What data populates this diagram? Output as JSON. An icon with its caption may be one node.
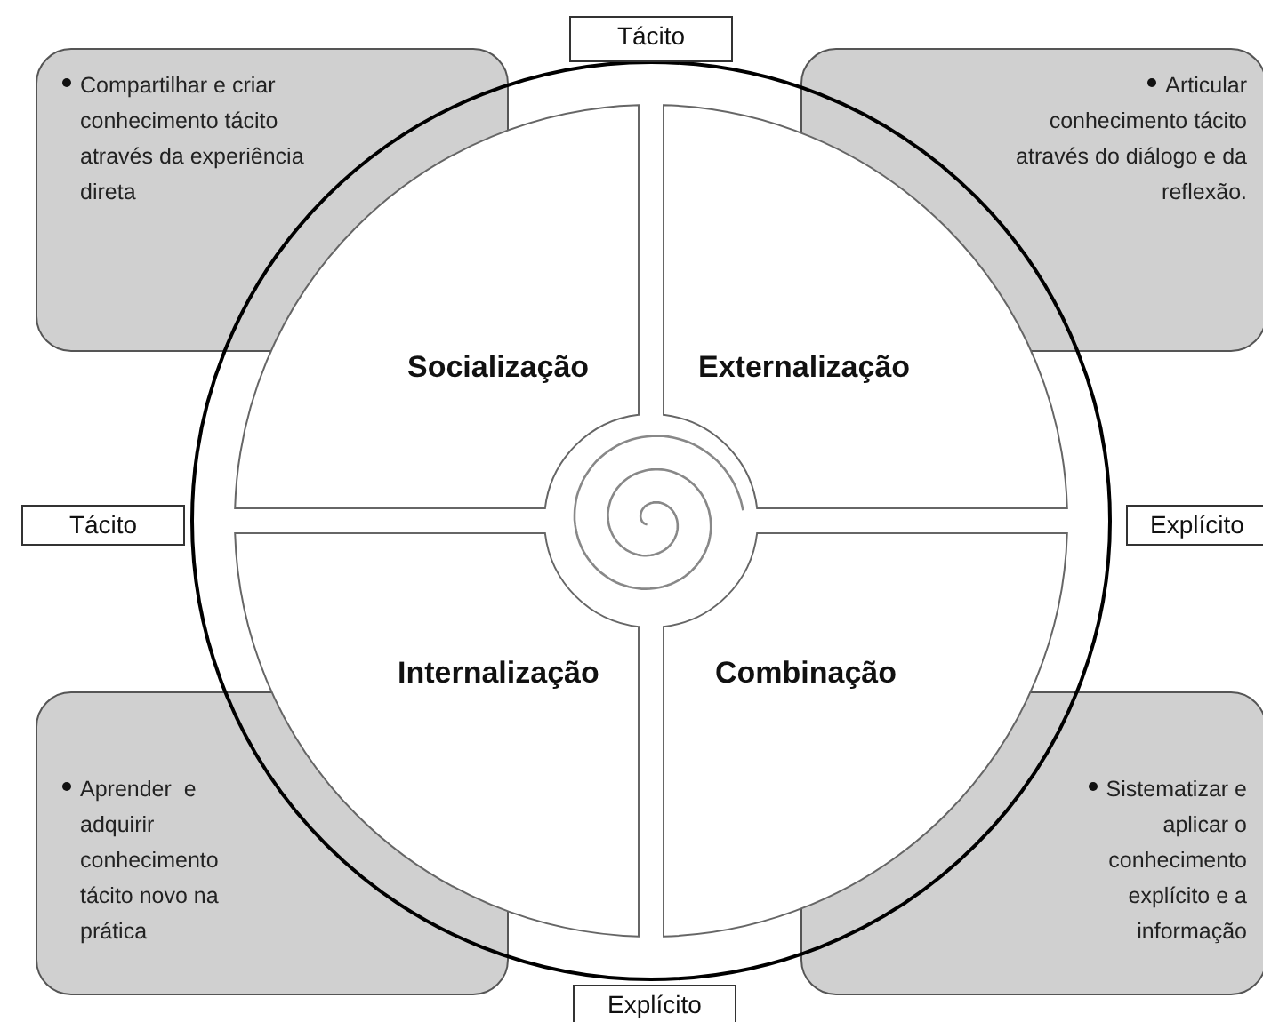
{
  "diagram": {
    "nodes": [
      {
        "text": [
          "Tácito"
        ]
      },
      {
        "text": [
          "Compartilhar e criar conhecimento tácito através da experiência direta"
        ]
      },
      {
        "text": [
          "Articular conhecimento tácito através do diálogo e da reflexão."
        ]
      },
      {
        "text": [],
        "shape": "circle"
      },
      {
        "text": [
          "Socialização"
        ],
        "in": 3
      },
      {
        "text": [
          "Externalização"
        ],
        "in": 3
      },
      {
        "text": [
          "Tácito"
        ]
      },
      {
        "text": [
          "Explícito"
        ]
      },
      {
        "text": [
          "Internalização"
        ],
        "in": 3
      },
      {
        "text": [
          "Combinação"
        ],
        "in": 3
      },
      {
        "text": [
          "Aprender  e adquirir conhecimento tácito novo na prática"
        ]
      },
      {
        "text": [
          "Sistematizar e aplicar o conhecimento explícito e a informação"
        ]
      },
      {
        "text": [
          "Explícito"
        ]
      }
    ]
  }
}
